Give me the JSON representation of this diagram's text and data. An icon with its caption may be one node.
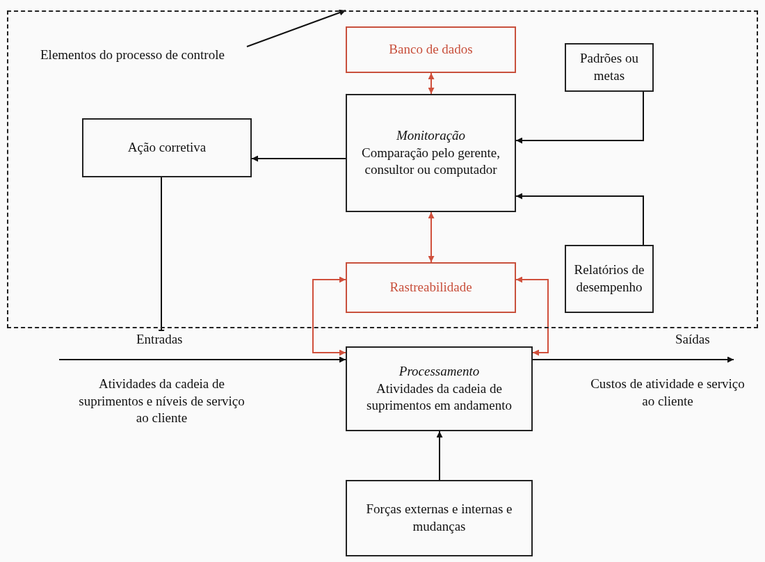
{
  "diagram": {
    "nodes": [
      {
        "text": [],
        "shape": "box"
      },
      {
        "text": [
          "Elementos do processo de controle"
        ],
        "in": 0
      },
      {
        "text": [
          "Banco de dados"
        ],
        "in": 0
      },
      {
        "text": [
          "Padrões ou metas"
        ],
        "in": 0
      },
      {
        "text": [
          "Ação corretiva"
        ],
        "in": 0
      },
      {
        "text": [
          "Monitoração",
          "Comparação pelo gerente, consultor ou computador"
        ],
        "in": 0
      },
      {
        "text": [
          "Rastreabilidade"
        ],
        "in": 0
      },
      {
        "text": [
          "Relatórios de desempenho"
        ],
        "in": 0
      },
      {
        "text": [
          "Processamento",
          "Atividades da cadeia de suprimentos em andamento"
        ]
      },
      {
        "text": [
          "Forças externas e internas e mudanças"
        ]
      }
    ],
    "edges": [
      {
        "from": 1,
        "to": 0,
        "arrow": "to"
      },
      {
        "from": 2,
        "to": 5,
        "arrow": "both",
        "color": "#d0503c"
      },
      {
        "from": 3,
        "to": 5,
        "arrow": "to"
      },
      {
        "from": 5,
        "to": 4,
        "arrow": "to"
      },
      {
        "from": 5,
        "to": 6,
        "arrow": "both",
        "color": "#d0503c"
      },
      {
        "from": 6,
        "to": 8,
        "arrow": "both",
        "color": "#d0503c"
      },
      {
        "from": 6,
        "to": 8,
        "arrow": "both",
        "color": "#d0503c"
      },
      {
        "from": 7,
        "to": 5,
        "arrow": "to"
      },
      {
        "from": 9,
        "to": 8,
        "arrow": "to"
      },
      {
        "from": 4,
        "to": null,
        "arrow": "to"
      },
      {
        "from": null,
        "to": 8,
        "arrow": "to",
        "label": "Entradas"
      },
      {
        "from": 8,
        "to": null,
        "arrow": "to",
        "label": "Saídas"
      }
    ],
    "labels": [
      "Atividades da cadeia de suprimentos e níveis de serviço ao cliente",
      "Custos de atividade e serviço ao cliente"
    ]
  }
}
